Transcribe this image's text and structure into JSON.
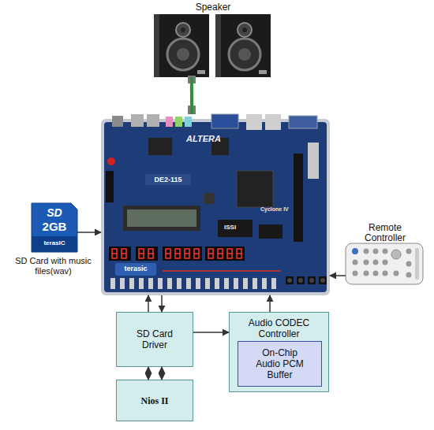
{
  "diagram": {
    "nodes": [
      {
        "text": [
          "Speaker"
        ]
      },
      {
        "text": [
          "ALTERA",
          "DE2-115",
          "terasic"
        ]
      },
      {
        "text": [
          "SD",
          "2GB",
          "terasIC",
          "SD Card with music files(wav)"
        ]
      },
      {
        "text": [
          "Remote Controller"
        ]
      },
      {
        "text": [
          "SD Card Driver"
        ]
      },
      {
        "text": [
          "Audio CODEC Controller"
        ]
      },
      {
        "text": [
          "On-Chip Audio PCM Buffer"
        ],
        "in": 5
      },
      {
        "text": [
          "Nios II"
        ]
      }
    ],
    "edges": [
      {
        "from": 0,
        "to": 1,
        "arrow": "none"
      },
      {
        "from": 2,
        "to": 1,
        "arrow": "to"
      },
      {
        "from": 3,
        "to": 1,
        "arrow": "to"
      },
      {
        "from": 1,
        "to": 4,
        "arrow": "to"
      },
      {
        "from": 4,
        "to": 1,
        "arrow": "to"
      },
      {
        "from": 4,
        "to": 7,
        "arrow": "both"
      },
      {
        "from": 4,
        "to": 7,
        "arrow": "both"
      },
      {
        "from": 4,
        "to": 5,
        "arrow": "to"
      },
      {
        "from": 5,
        "to": 1,
        "arrow": "to"
      }
    ],
    "labels": [
      "Cyclone IV",
      "ISSI"
    ]
  }
}
